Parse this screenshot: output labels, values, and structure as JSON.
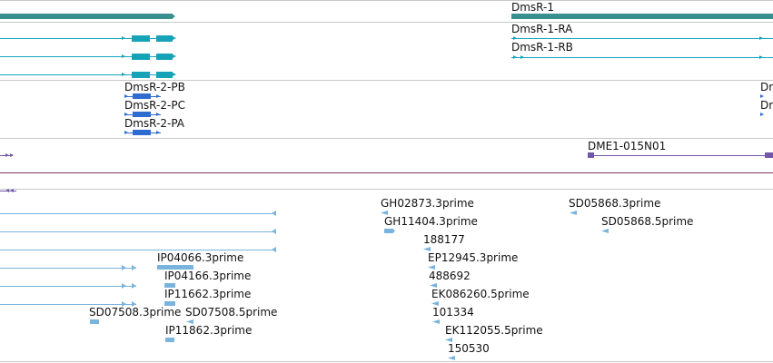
{
  "colors": {
    "gene": "#3a8f8f",
    "transcript": "#16a3b8",
    "cds_blue": "#2f6ccf",
    "clone": "#7057a8",
    "est": "#78b4dc",
    "divider": "#c8c8c8"
  },
  "tracks": {
    "genes": {
      "labels": [
        "DmsR-1"
      ]
    },
    "transcripts": {
      "labels": [
        "DmsR-1-RA",
        "DmsR-1-RB"
      ]
    },
    "transcripts_2": {
      "labels": [
        "DmsR-2-PB",
        "DmsR-2-PC",
        "DmsR-2-PA"
      ]
    },
    "clones": {
      "labels": [
        "DME1-015N01"
      ]
    },
    "ests": {
      "labels": [
        "GH02873.3prime",
        "SD05868.3prime",
        "GH11404.3prime",
        "SD05868.5prime",
        "188177",
        "IP04066.3prime",
        "EP12945.3prime",
        "IP04166.3prime",
        "488692",
        "IP11662.3prime",
        "EK086260.5prime",
        "SD07508.3prime",
        "SD07508.5prime",
        "101334",
        "IP11862.3prime",
        "EK112055.5prime",
        "150530"
      ]
    }
  }
}
